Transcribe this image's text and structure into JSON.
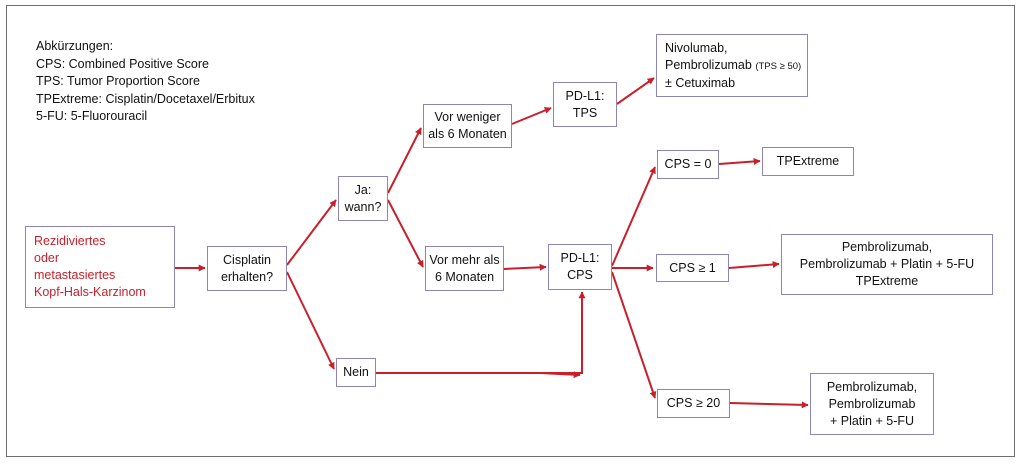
{
  "legend": {
    "title": "Abkürzungen:",
    "items": [
      "CPS: Combined Positive Score",
      "TPS: Tumor Proportion Score",
      "TPExtreme: Cisplatin/Docetaxel/Erbitux",
      "5-FU: 5-Fluorouracil"
    ]
  },
  "nodes": {
    "start": [
      "Rezidiviertes",
      "oder",
      "metastasiertes",
      "Kopf-Hals-Karzinom"
    ],
    "cisplatin": [
      "Cisplatin",
      "erhalten?"
    ],
    "ja": [
      "Ja:",
      "wann?"
    ],
    "nein": [
      "Nein"
    ],
    "weniger": [
      "Vor weniger",
      "als 6 Monaten"
    ],
    "mehr": [
      "Vor mehr als",
      "6 Monaten"
    ],
    "pdl1_tps": [
      "PD-L1:",
      "TPS"
    ],
    "pdl1_cps": [
      "PD-L1:",
      "CPS"
    ],
    "nivolumab": {
      "line1": "Nivolumab,",
      "line2": "Pembrolizumab",
      "line2_note": "(TPS ≥ 50)",
      "line3": "± Cetuximab"
    },
    "cps0": [
      "CPS = 0"
    ],
    "cps1": [
      "CPS ≥ 1"
    ],
    "cps20": [
      "CPS ≥ 20"
    ],
    "tpextreme": [
      "TPExtreme"
    ],
    "res_cps1": [
      "Pembrolizumab,",
      "Pembrolizumab + Platin + 5-FU",
      "TPExtreme"
    ],
    "res_cps20": [
      "Pembrolizumab,",
      "Pembrolizumab",
      "+ Platin + 5-FU"
    ]
  },
  "colors": {
    "arrow": "#c8202a",
    "node_border": "#8d86b5",
    "frame": "#6e6e6e",
    "start_text": "#c8202a"
  }
}
